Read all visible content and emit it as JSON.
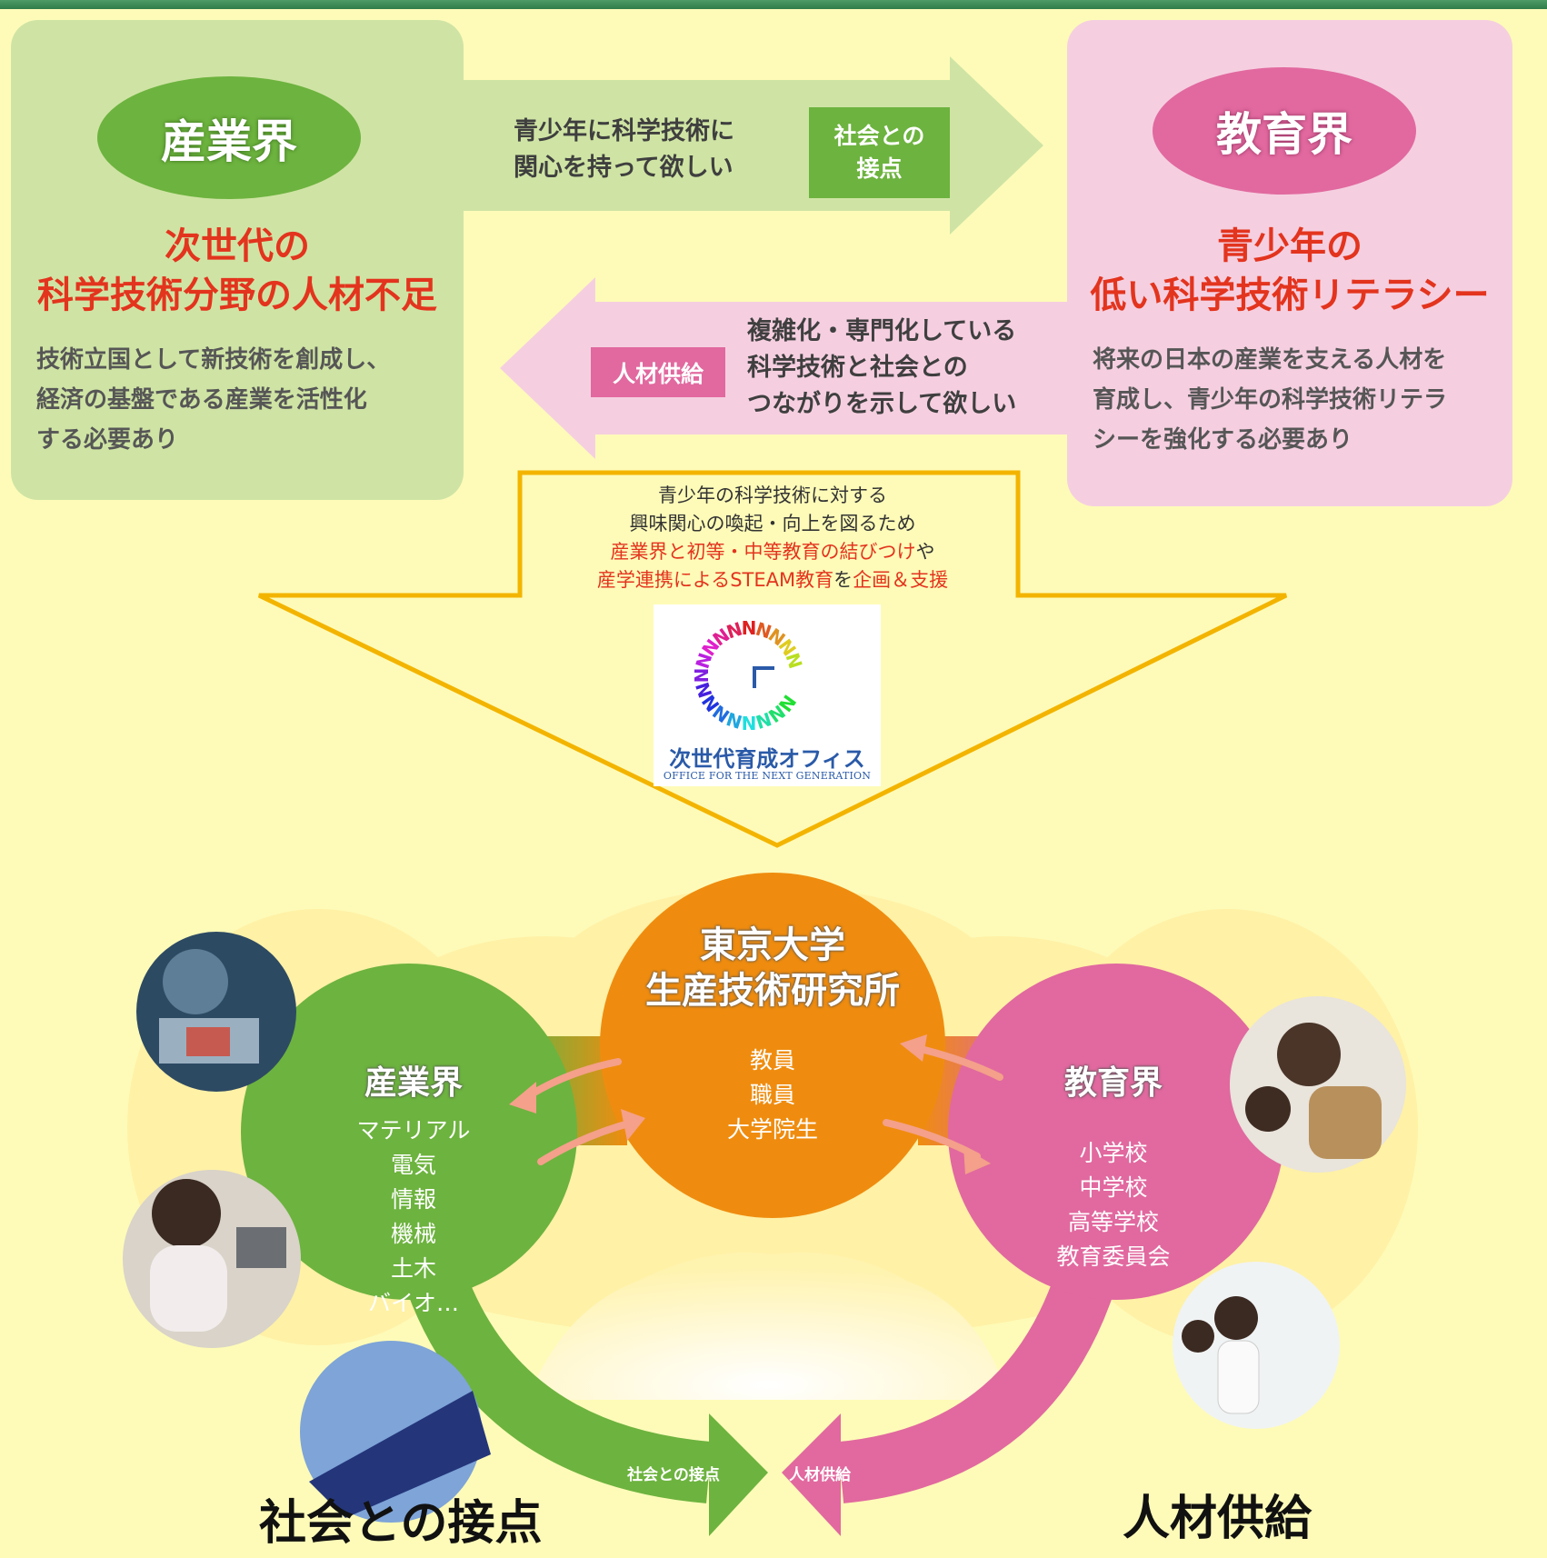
{
  "top": {
    "industry": {
      "label": "産業界",
      "headline": [
        "次世代の",
        "科学技術分野の人材不足"
      ],
      "body": [
        "技術立国として新技術を創成し、",
        "経済の基盤である産業を活性化",
        "する必要あり"
      ]
    },
    "education": {
      "label": "教育界",
      "headline": [
        "青少年の",
        "低い科学技術リテラシー"
      ],
      "body": [
        "将来の日本の産業を支える人材を",
        "育成し、青少年の科学技術リテラ",
        "シーを強化する必要あり"
      ]
    },
    "arrow_right": {
      "text": [
        "青少年に科学技術に",
        "関心を持って欲しい"
      ],
      "tag": [
        "社会との",
        "接点"
      ]
    },
    "arrow_left": {
      "text": [
        "複雑化・専門化している",
        "科学技術と社会との",
        "つながりを示して欲しい"
      ],
      "tag": "人材供給"
    }
  },
  "funnel": {
    "line1": "青少年の科学技術に対する",
    "line2": "興味関心の喚起・向上を図るため",
    "line3_red": "産業界と初等・中等教育の結びつけ",
    "line3_tail": "や",
    "line4_red1": "産学連携によるSTEAM教育",
    "line4_mid": "を",
    "line4_red2": "企画＆支援"
  },
  "logo": {
    "title": "次世代育成オフィス",
    "subtitle": "OFFICE FOR THE NEXT GENERATION"
  },
  "bottom": {
    "center": {
      "title": [
        "東京大学",
        "生産技術研究所"
      ],
      "items": [
        "教員",
        "職員",
        "大学院生"
      ]
    },
    "industry": {
      "title": "産業界",
      "items": [
        "マテリアル",
        "電気",
        "情報",
        "機械",
        "土木",
        "バイオ…"
      ]
    },
    "education": {
      "title": "教育界",
      "items": [
        "小学校",
        "中学校",
        "高等学校",
        "教育委員会"
      ]
    },
    "flow_left": "社会との接点",
    "flow_right": "人材供給"
  },
  "captions": {
    "left": "社会との接点",
    "right": "人材供給"
  },
  "colors": {
    "background": "#fefbb8",
    "industry_green": "#6db33f",
    "education_pink": "#e1699f",
    "center_orange": "#ef8c0f",
    "funnel_gold": "#f3b400",
    "headline_red": "#e3341e"
  }
}
